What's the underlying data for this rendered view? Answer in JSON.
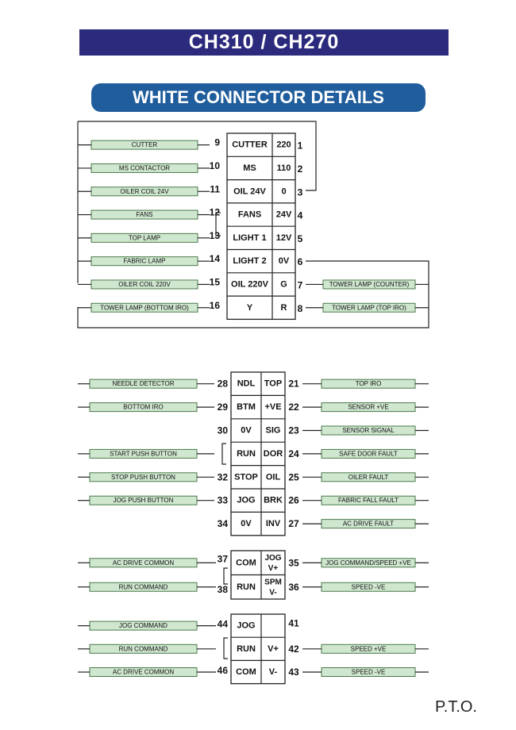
{
  "header": {
    "title": "CH310 / CH270",
    "subtitle": "WHITE CONNECTOR DETAILS",
    "footer": "P.T.O."
  },
  "colors": {
    "title_bg": "#2c2a7c",
    "subtitle_bg": "#1f5d9c",
    "label_fill": "#cfe6cf",
    "label_border": "#4a7a4a",
    "line": "#222222"
  },
  "connector1": {
    "rows": [
      {
        "left_label": "CUTTER",
        "lpin": "9",
        "lsig": "CUTTER",
        "rsig": "220",
        "rpin": "1",
        "right_label": ""
      },
      {
        "left_label": "MS CONTACTOR",
        "lpin": "10",
        "lsig": "MS",
        "rsig": "110",
        "rpin": "2",
        "right_label": ""
      },
      {
        "left_label": "OILER COIL 24V",
        "lpin": "11",
        "lsig": "OIL 24V",
        "rsig": "0",
        "rpin": "3",
        "right_label": ""
      },
      {
        "left_label": "FANS",
        "lpin": "12",
        "lsig": "FANS",
        "rsig": "24V",
        "rpin": "4",
        "right_label": ""
      },
      {
        "left_label": "TOP LAMP",
        "lpin": "13",
        "lsig": "LIGHT 1",
        "rsig": "12V",
        "rpin": "5",
        "right_label": ""
      },
      {
        "left_label": "FABRIC LAMP",
        "lpin": "14",
        "lsig": "LIGHT 2",
        "rsig": "0V",
        "rpin": "6",
        "right_label": ""
      },
      {
        "left_label": "OILER COIL 220V",
        "lpin": "15",
        "lsig": "OIL 220V",
        "rsig": "G",
        "rpin": "7",
        "right_label": "TOWER LAMP (COUNTER)"
      },
      {
        "left_label": "TOWER LAMP (BOTTOM IRO)",
        "lpin": "16",
        "lsig": "Y",
        "rsig": "R",
        "rpin": "8",
        "right_label": "TOWER LAMP (TOP IRO)"
      }
    ]
  },
  "connector2": {
    "rows": [
      {
        "left_label": "NEEDLE DETECTOR",
        "lpin": "28",
        "lsig": "NDL",
        "rsig": "TOP",
        "rpin": "21",
        "right_label": "TOP IRO"
      },
      {
        "left_label": "BOTTOM IRO",
        "lpin": "29",
        "lsig": "BTM",
        "rsig": "+VE",
        "rpin": "22",
        "right_label": "SENSOR +VE"
      },
      {
        "left_label": "",
        "lpin": "30",
        "lsig": "0V",
        "rsig": "SIG",
        "rpin": "23",
        "right_label": "SENSOR SIGNAL"
      },
      {
        "left_label": "START PUSH BUTTON",
        "lpin": "",
        "lsig": "RUN",
        "rsig": "DOR",
        "rpin": "24",
        "right_label": "SAFE DOOR FAULT"
      },
      {
        "left_label": "STOP PUSH BUTTON",
        "lpin": "32",
        "lsig": "STOP",
        "rsig": "OIL",
        "rpin": "25",
        "right_label": "OILER FAULT"
      },
      {
        "left_label": "JOG PUSH BUTTON",
        "lpin": "33",
        "lsig": "JOG",
        "rsig": "BRK",
        "rpin": "26",
        "right_label": "FABRIC FALL FAULT"
      },
      {
        "left_label": "",
        "lpin": "34",
        "lsig": "0V",
        "rsig": "INV",
        "rpin": "27",
        "right_label": "AC DRIVE FAULT"
      }
    ]
  },
  "connector3": {
    "rows": [
      {
        "left_label": "AC DRIVE COMMON",
        "lpin": "37",
        "lsig": "COM",
        "rsig1": "JOG",
        "rsig2": "V+",
        "rpin": "35",
        "right_label": "JOG COMMAND/SPEED +VE"
      },
      {
        "left_label": "RUN COMMAND",
        "lpin": "38",
        "lsig": "RUN",
        "rsig1": "SPM",
        "rsig2": "V-",
        "rpin": "36",
        "right_label": "SPEED -VE"
      }
    ]
  },
  "connector4": {
    "rows": [
      {
        "left_label": "JOG COMMAND",
        "lpin": "44",
        "lsig": "JOG",
        "rsig": "",
        "rpin": "41",
        "right_label": ""
      },
      {
        "left_label": "RUN COMMAND",
        "lpin": "",
        "lsig": "RUN",
        "rsig": "V+",
        "rpin": "42",
        "right_label": "SPEED +VE"
      },
      {
        "left_label": "AC DRIVE COMMON",
        "lpin": "46",
        "lsig": "COM",
        "rsig": "V-",
        "rpin": "43",
        "right_label": "SPEED -VE"
      }
    ]
  }
}
